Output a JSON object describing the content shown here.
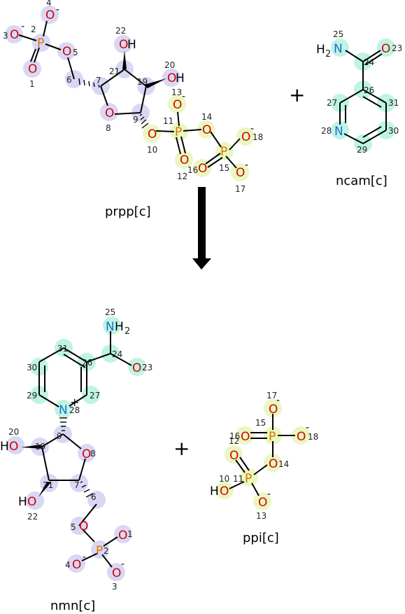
{
  "colors": {
    "oxygen": "#d40000",
    "nitrogen": "#1a6fd4",
    "phosphorus": "#e07000",
    "hydrogen": "#000000",
    "highlight_prpp": "#d8d8f5",
    "highlight_ncam": "#bff3e3",
    "highlight_ppi": "#e9f7c0"
  },
  "molecules": {
    "prpp": "prpp[c]",
    "ncam": "ncam[c]",
    "nmn": "nmn[c]",
    "ppi": "ppi[c]"
  },
  "operators": {
    "plus": "+"
  },
  "symbols": {
    "O": "O",
    "N": "N",
    "P": "P",
    "H": "H",
    "H2": "2",
    "minus": "-",
    "plus_charge": "+"
  },
  "atom_numbers": {
    "n1": "1",
    "n2": "2",
    "n3": "3",
    "n4": "4",
    "n5": "5",
    "n6": "6",
    "n7": "7",
    "n8": "8",
    "n9": "9",
    "n10": "10",
    "n11": "11",
    "n12": "12",
    "n13": "13",
    "n14": "14",
    "n15": "15",
    "n16": "16",
    "n17": "17",
    "n18": "18",
    "n19": "19",
    "n20": "20",
    "n21": "21",
    "n22": "22",
    "n23": "23",
    "n24": "24",
    "n25": "25",
    "n26": "26",
    "n27": "27",
    "n28": "28",
    "n29": "29",
    "n30": "30",
    "n31": "31"
  }
}
